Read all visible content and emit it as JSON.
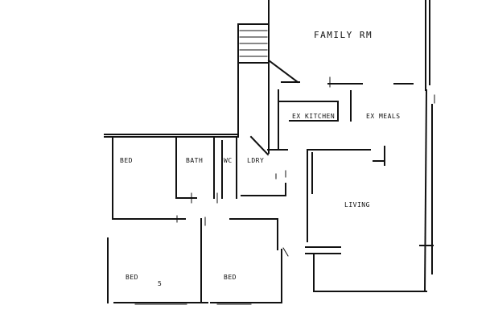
{
  "floor_plan": {
    "rooms": {
      "family": "FAMILY RM",
      "kitchen": "EX KITCHEN",
      "meals": "EX MEALS",
      "bed1": "BED",
      "bath": "BATH",
      "wc": "WC",
      "laundry": "LDRY",
      "living": "LIVING",
      "bed2": "BED",
      "bed3": "BED"
    },
    "marks": {
      "bed2_mark": "5"
    }
  }
}
